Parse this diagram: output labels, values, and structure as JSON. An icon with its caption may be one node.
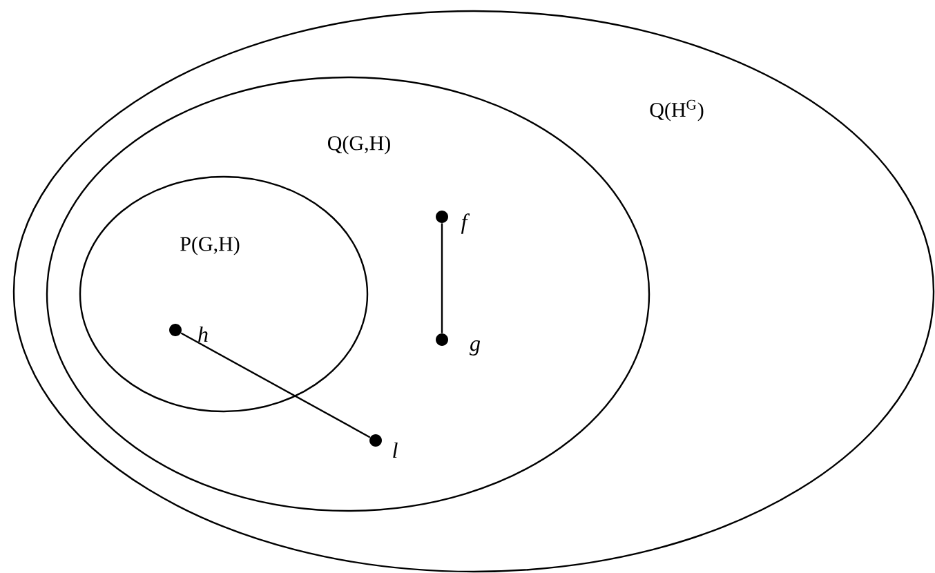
{
  "diagram": {
    "nodes": [
      {
        "text": [
          "Q(H$^{G}$)"
        ]
      },
      {
        "text": [
          "Q(G,H)"
        ],
        "in": 0
      },
      {
        "text": [
          "P(G,H)"
        ],
        "in": 1
      },
      {
        "text": [],
        "shape": "circle",
        "beside": [
          "f"
        ],
        "in": 1
      },
      {
        "text": [],
        "shape": "circle",
        "beside": [
          "h"
        ],
        "in": 2
      },
      {
        "text": [],
        "shape": "circle",
        "beside": [
          "g"
        ],
        "in": 1
      },
      {
        "text": [],
        "shape": "circle",
        "beside": [
          "l"
        ],
        "in": 1
      }
    ],
    "edges": [
      {
        "from": 3,
        "to": 5,
        "arrow": "none"
      },
      {
        "from": 4,
        "to": 6,
        "arrow": "none"
      }
    ]
  }
}
